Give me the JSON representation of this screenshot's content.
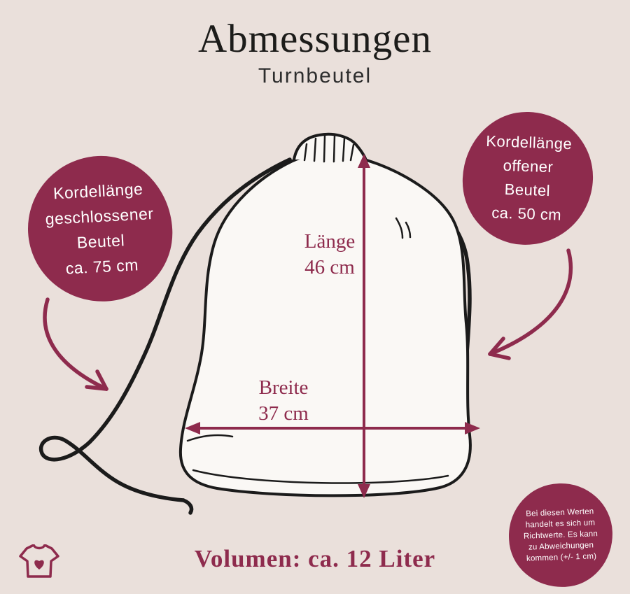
{
  "colors": {
    "background": "#eae0db",
    "accent": "#8e2b4d",
    "ink": "#1b1b1b",
    "bagfill": "#faf8f5"
  },
  "header": {
    "title": "Abmessungen",
    "subtitle": "Turnbeutel"
  },
  "badge_left": {
    "lines": [
      "Kordellänge",
      "geschlossener",
      "Beutel",
      "ca. 75 cm"
    ]
  },
  "badge_right": {
    "lines": [
      "Kordellänge",
      "offener",
      "Beutel",
      "ca. 50 cm"
    ]
  },
  "note": {
    "lines": [
      "Bei diesen Werten",
      "handelt es sich um",
      "Richtwerte. Es kann",
      "zu Abweichungen",
      "kommen (+/- 1 cm)"
    ]
  },
  "dimensions": {
    "length": {
      "label": "Länge",
      "value": "46 cm"
    },
    "width": {
      "label": "Breite",
      "value": "37 cm"
    }
  },
  "footer": {
    "volume": "Volumen: ca. 12 Liter"
  },
  "icons": {
    "brand": "tshirt-heart-icon"
  }
}
